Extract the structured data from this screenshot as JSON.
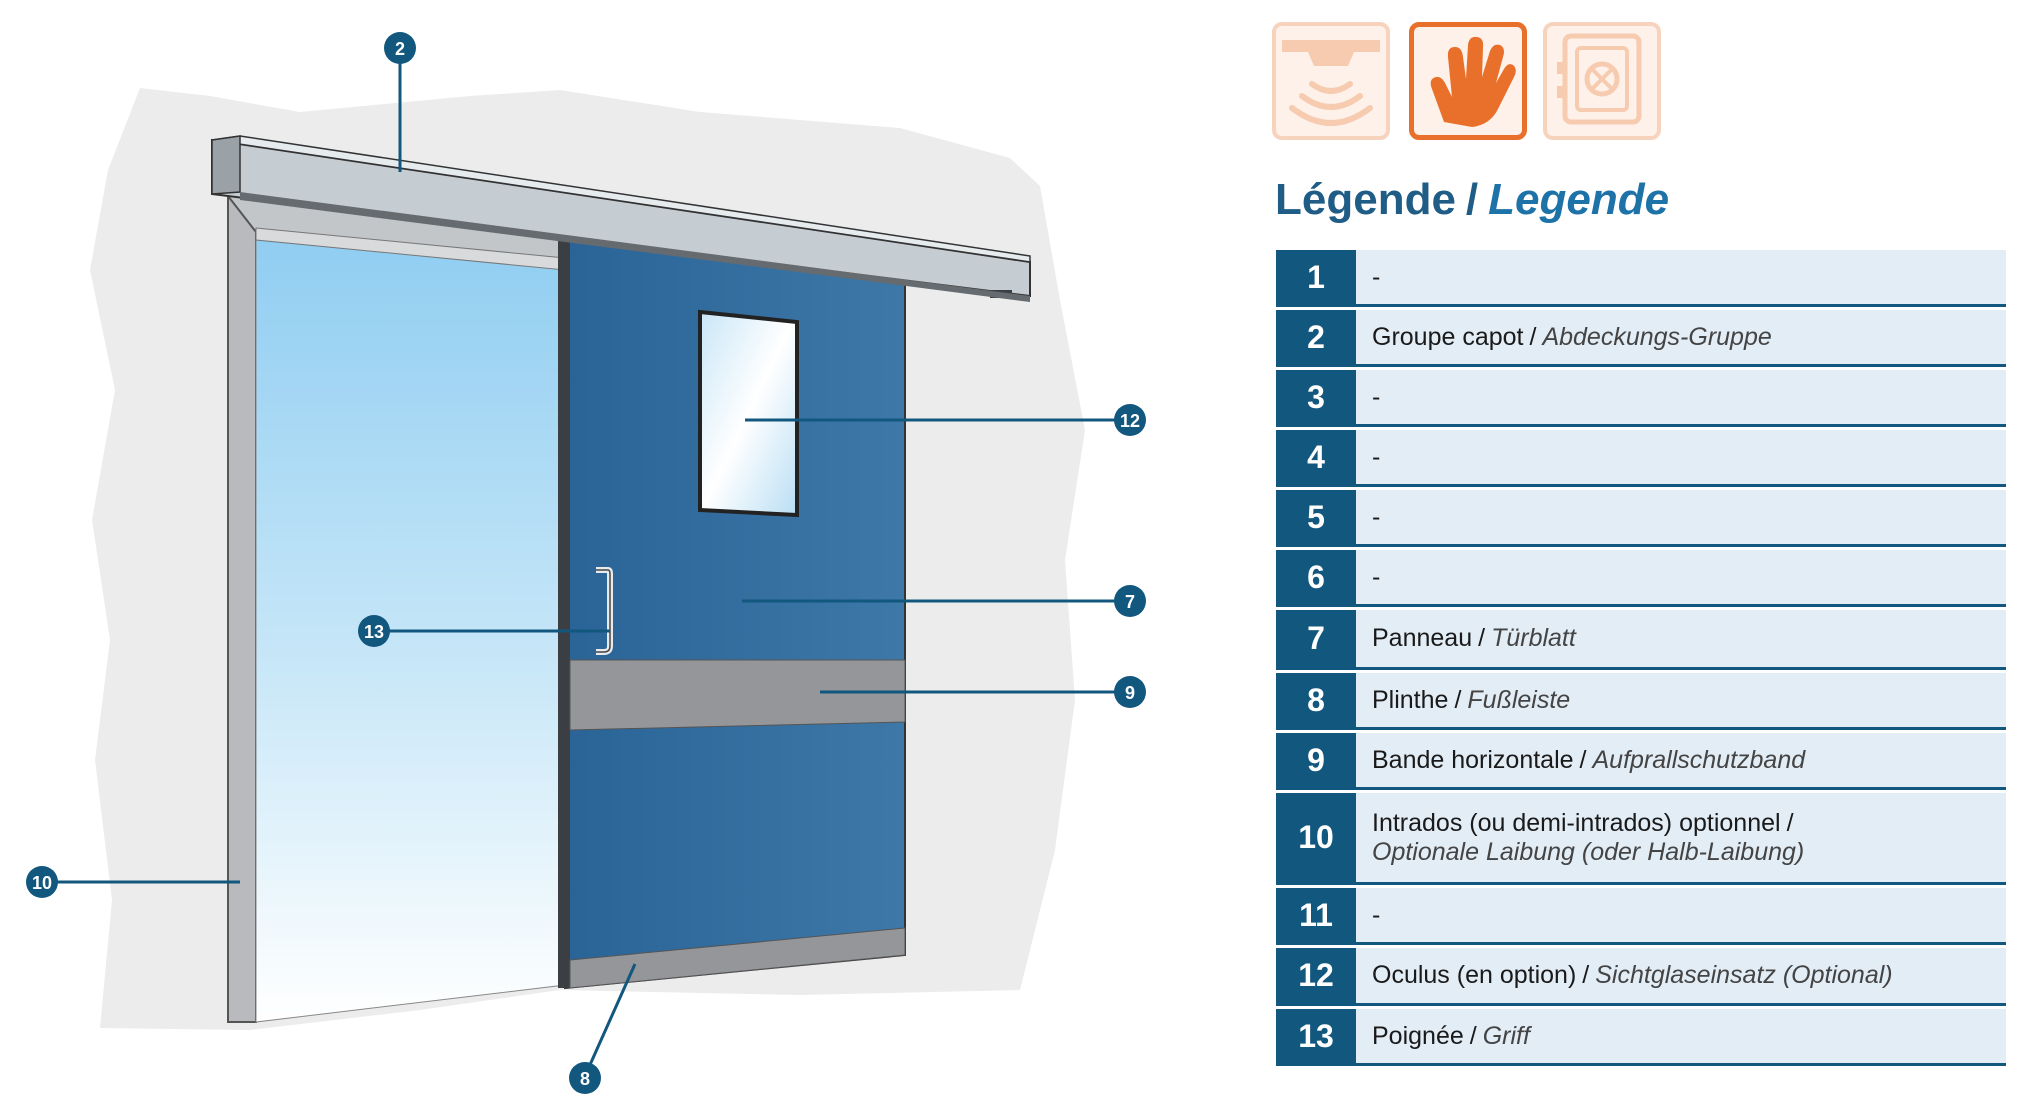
{
  "colors": {
    "primary_blue": "#12577e",
    "title_blue": "#1f5c86",
    "row_background": "#e3edf6",
    "accent_orange": "#e8702a",
    "door_blue": "#2f6a9c"
  },
  "mode_icons": [
    {
      "icon": "motion-sensor-icon",
      "active": false
    },
    {
      "icon": "hand-icon",
      "active": true
    },
    {
      "icon": "panic-safe-icon",
      "active": false
    }
  ],
  "legend": {
    "title_fr": "Légende",
    "separator": "/",
    "title_de": "Legende",
    "rows": [
      {
        "num": "1",
        "fr": "-",
        "de": ""
      },
      {
        "num": "2",
        "fr": "Groupe capot",
        "de": "Abdeckungs-Gruppe"
      },
      {
        "num": "3",
        "fr": "-",
        "de": ""
      },
      {
        "num": "4",
        "fr": "-",
        "de": ""
      },
      {
        "num": "5",
        "fr": "-",
        "de": ""
      },
      {
        "num": "6",
        "fr": "-",
        "de": ""
      },
      {
        "num": "7",
        "fr": "Panneau",
        "de": "Türblatt"
      },
      {
        "num": "8",
        "fr": "Plinthe",
        "de": "Fußleiste"
      },
      {
        "num": "9",
        "fr": "Bande horizontale",
        "de": "Aufprallschutzband"
      },
      {
        "num": "10",
        "fr": "Intrados (ou demi-intrados) optionnel",
        "de": "Optionale Laibung (oder Halb-Laibung)"
      },
      {
        "num": "11",
        "fr": "-",
        "de": ""
      },
      {
        "num": "12",
        "fr": "Oculus (en option)",
        "de": "Sichtglaseinsatz (Optional)"
      },
      {
        "num": "13",
        "fr": "Poignée",
        "de": "Griff"
      }
    ]
  },
  "callouts": [
    "2",
    "12",
    "7",
    "13",
    "9",
    "10",
    "8"
  ]
}
